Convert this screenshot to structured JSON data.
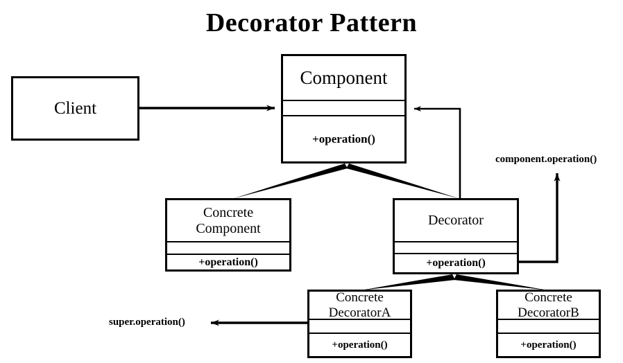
{
  "diagram": {
    "title": "Decorator Pattern",
    "type": "uml-class-diagram"
  },
  "classes": {
    "client": {
      "name": "Client"
    },
    "component": {
      "name": "Component",
      "attributes": "",
      "operations": "+operation()"
    },
    "concrete_component": {
      "name": "Concrete Component",
      "name_line1": "Concrete",
      "name_line2": "Component",
      "attributes": "",
      "operations": "+operation()"
    },
    "decorator": {
      "name": "Decorator",
      "attributes": "",
      "operations": "+operation()"
    },
    "concrete_decorator_a": {
      "name": "Concrete DecoratorA",
      "name_line1": "Concrete",
      "name_line2": "DecoratorA",
      "attributes": "",
      "operations": "+operation()"
    },
    "concrete_decorator_b": {
      "name": "Concrete DecoratorB",
      "name_line1": "Concrete",
      "name_line2": "DecoratorB",
      "attributes": "",
      "operations": "+operation()"
    }
  },
  "annotations": {
    "component_operation_call": "component.operation()",
    "super_operation_call": "super.operation()"
  },
  "relationships": [
    {
      "id": "client-uses-component",
      "from": "Client",
      "to": "Component",
      "type": "association-arrow"
    },
    {
      "id": "concrete-component-inherits-component",
      "from": "Concrete Component",
      "to": "Component",
      "type": "generalization"
    },
    {
      "id": "decorator-inherits-component",
      "from": "Decorator",
      "to": "Component",
      "type": "generalization"
    },
    {
      "id": "decorator-aggregates-component",
      "from": "Decorator",
      "to": "Component",
      "type": "association-arrow"
    },
    {
      "id": "decorator-a-inherits-decorator",
      "from": "Concrete DecoratorA",
      "to": "Decorator",
      "type": "generalization"
    },
    {
      "id": "decorator-b-inherits-decorator",
      "from": "Concrete DecoratorB",
      "to": "Decorator",
      "type": "generalization"
    },
    {
      "id": "decorator-calls-component-operation",
      "from": "Decorator +operation()",
      "to": "component.operation()",
      "type": "call-note"
    },
    {
      "id": "decorator-a-calls-super-operation",
      "from": "Concrete DecoratorA",
      "to": "super.operation()",
      "type": "call-note"
    }
  ],
  "colors": {
    "stroke": "#000000",
    "fill": "#ffffff",
    "text": "#000000"
  }
}
